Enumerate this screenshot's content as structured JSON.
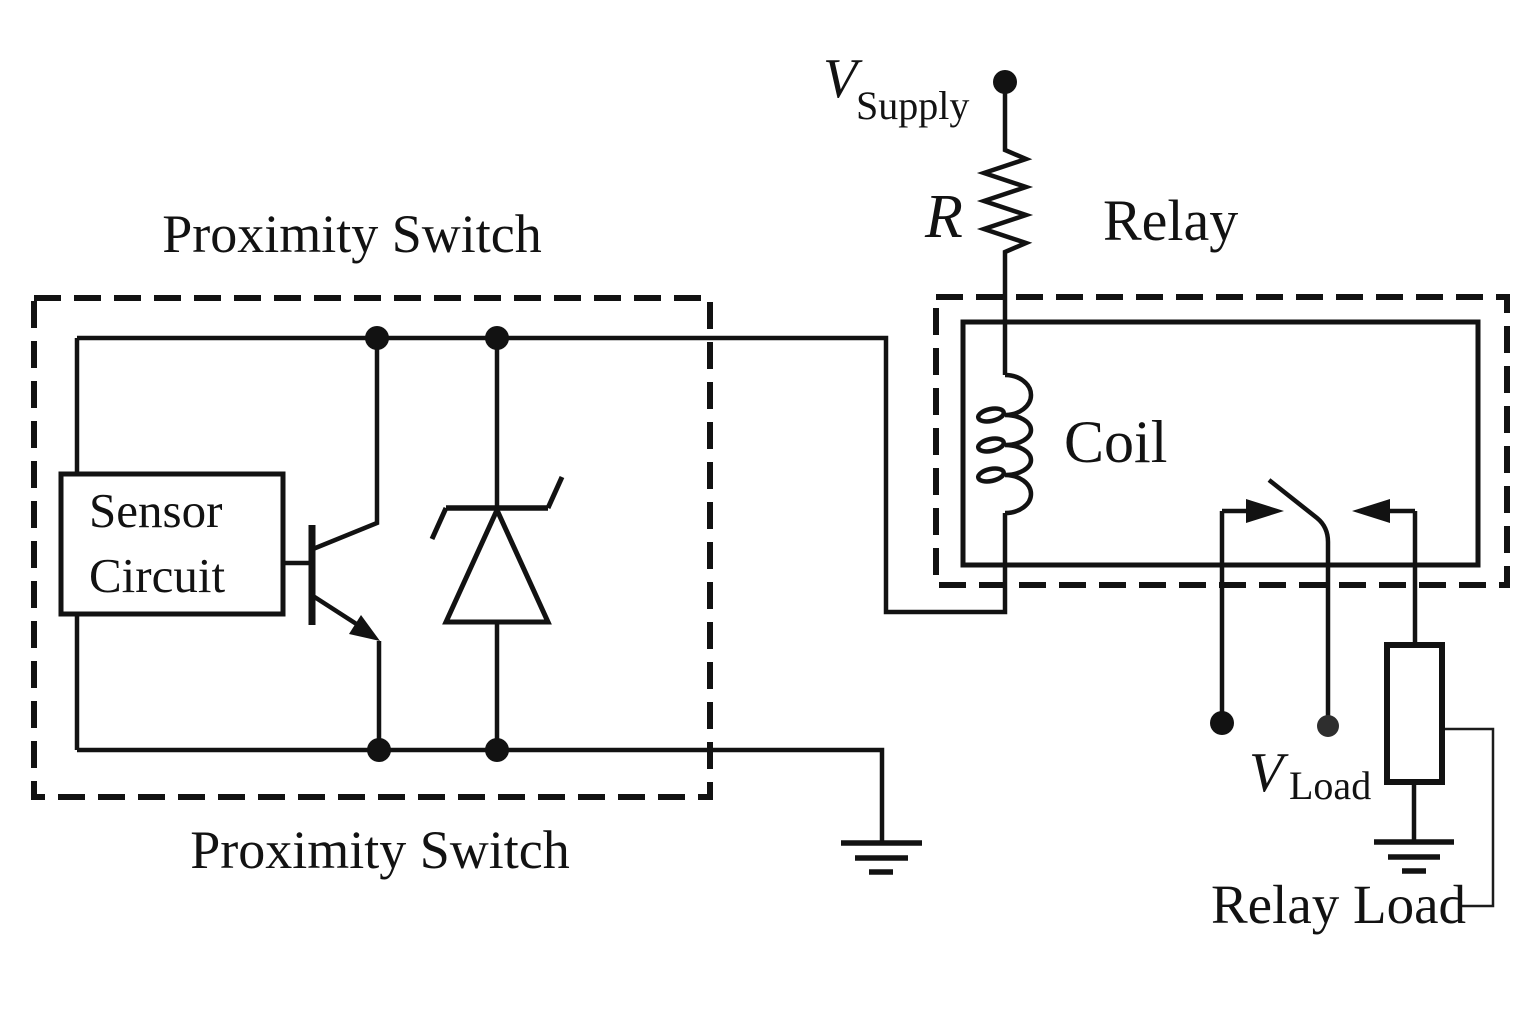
{
  "canvas": {
    "type": "circuit-schematic",
    "background": "#ffffff",
    "ink": "#121212"
  },
  "labels": {
    "title_top": "Proximity Switch",
    "title_bottom": "Proximity Switch",
    "sensor_block_line1": "Sensor",
    "sensor_block_line2": "Circuit",
    "resistor": "R",
    "relay": "Relay",
    "coil": "Coil",
    "supply_v": "V",
    "supply_sub": "Supply",
    "load_v": "V",
    "load_sub": "Load",
    "relay_load": "Relay Load"
  },
  "symbols": [
    {
      "name": "proximity-switch-enclosure",
      "style": "dashed-box"
    },
    {
      "name": "sensor-circuit-block",
      "style": "solid-box"
    },
    {
      "name": "npn-transistor",
      "style": "open-collector output"
    },
    {
      "name": "zener-diode",
      "style": "protection clamp across output"
    },
    {
      "name": "resistor",
      "label": "R"
    },
    {
      "name": "supply-terminal-dot",
      "label": "V Supply"
    },
    {
      "name": "relay-enclosure",
      "style": "dashed-box"
    },
    {
      "name": "relay-inner-box",
      "style": "solid-box"
    },
    {
      "name": "relay-coil-inductor",
      "label": "Coil"
    },
    {
      "name": "relay-contact-switch",
      "style": "arrow contacts with blade"
    },
    {
      "name": "load-terminal-dots",
      "label": "V Load",
      "count": 2
    },
    {
      "name": "relay-load-resistor",
      "label": "Relay Load"
    },
    {
      "name": "ground-symbol",
      "count": 2
    }
  ]
}
